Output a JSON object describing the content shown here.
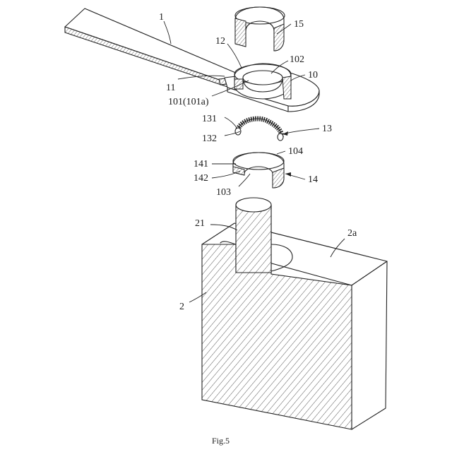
{
  "figure": {
    "caption": "Fig.5",
    "labels": {
      "plate": "1",
      "body": "2",
      "body_top": "2a",
      "terminal": "21",
      "ring_15": "15",
      "boss_12": "12",
      "hole_102": "102",
      "plate_10": "10",
      "edge_11": "11",
      "hole_101": "101(101a)",
      "spring": "13",
      "spring_end_131": "131",
      "spring_coil_132": "132",
      "seal": "14",
      "seal_104": "104",
      "seal_141": "141",
      "seal_142": "142",
      "seal_103": "103"
    }
  }
}
